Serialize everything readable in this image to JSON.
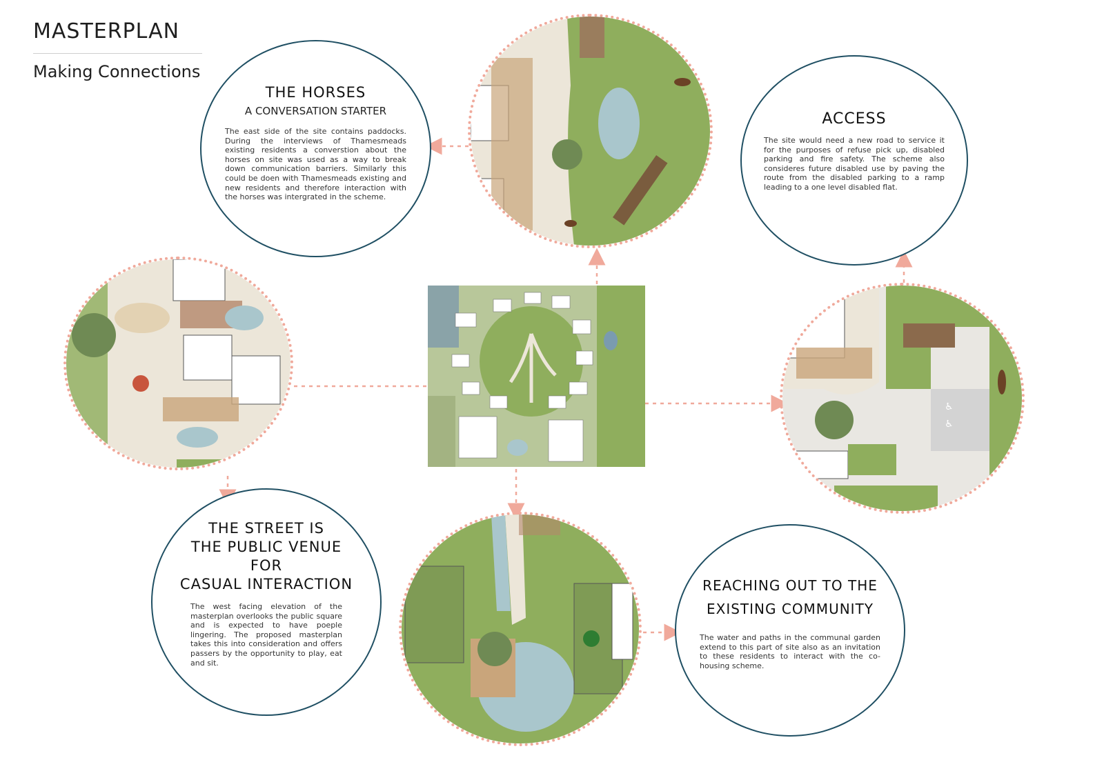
{
  "header": {
    "title": "MASTERPLAN",
    "subtitle": "Making Connections"
  },
  "bubbles": {
    "horses": {
      "heading": "THE HORSES",
      "subheading": "A CONVERSATION STARTER",
      "body": "The east side of the site contains paddocks. During the interviews of Thamesmeads existing residents a converstion about the horses on site was used as a way to break down communication barriers. Similarly this could be doen with Thamesmeads existing and new residents and therefore interaction with the horses was intergrated in the scheme."
    },
    "access": {
      "heading": "ACCESS",
      "body": "The site would need a new road to service it for the purposes of refuse pick up, disabled parking and fire safety.  The scheme also consideres future disabled use by paving the route from the disabled parking to a ramp leading to a one level disabled flat."
    },
    "street": {
      "heading_line1": "THE STREET IS",
      "heading_line2": "THE PUBLIC VENUE FOR",
      "heading_line3": "CASUAL INTERACTION",
      "body": "The west facing elevation of the masterplan overlooks the public square and is expected to have poeple lingering. The proposed masterplan takes this into consideration and offers passers by the opportunity to play, eat and sit."
    },
    "community": {
      "heading_line1": "REACHING OUT TO THE",
      "heading_line2": "EXISTING COMMUNITY",
      "body": "The water and paths in the communal garden extend to this part of site also as an invitation to these residents to interact with the co-housing scheme."
    }
  },
  "colors": {
    "bubble_border": "#1f4f63",
    "connector": "#f0a99b",
    "grass": "#8fae5d",
    "paving": "#e8e2d6",
    "water": "#a9c6cc",
    "timber": "#c9a57b"
  },
  "icons": {
    "horse": "horse-icon",
    "tree": "tree-icon",
    "disabled_parking": "wheelchair-icon"
  }
}
